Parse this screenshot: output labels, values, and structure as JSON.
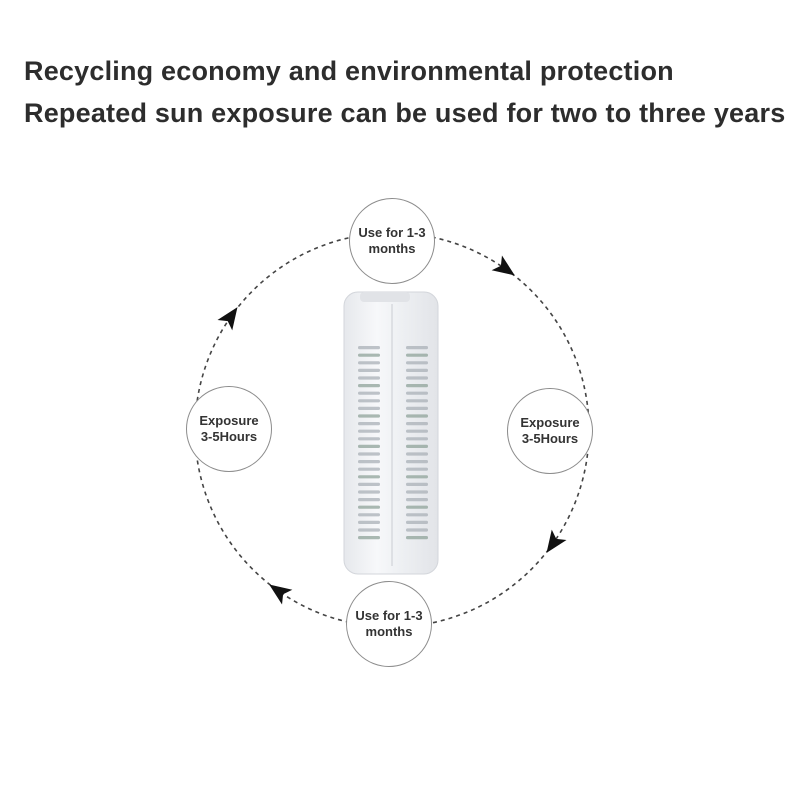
{
  "header": {
    "line1": "Recycling economy and environmental protection",
    "line2": "Repeated sun exposure can be used for two to three years"
  },
  "cycle": {
    "top": {
      "line1": "Use for 1-3",
      "line2": "months"
    },
    "right": {
      "line1": "Exposure",
      "line2": "3-5Hours"
    },
    "bottom": {
      "line1": "Use for 1-3",
      "line2": "months"
    },
    "left": {
      "line1": "Exposure",
      "line2": "3-5Hours"
    }
  },
  "colors": {
    "text": "#2d2d2d",
    "circle_border": "#8c8c8c",
    "dashed_line": "#444444",
    "arrow": "#111111",
    "product_body": "#f2f3f5"
  },
  "icons": {
    "flow_arrow": "arrowhead-icon",
    "product": "dehumidifier-box-icon"
  }
}
